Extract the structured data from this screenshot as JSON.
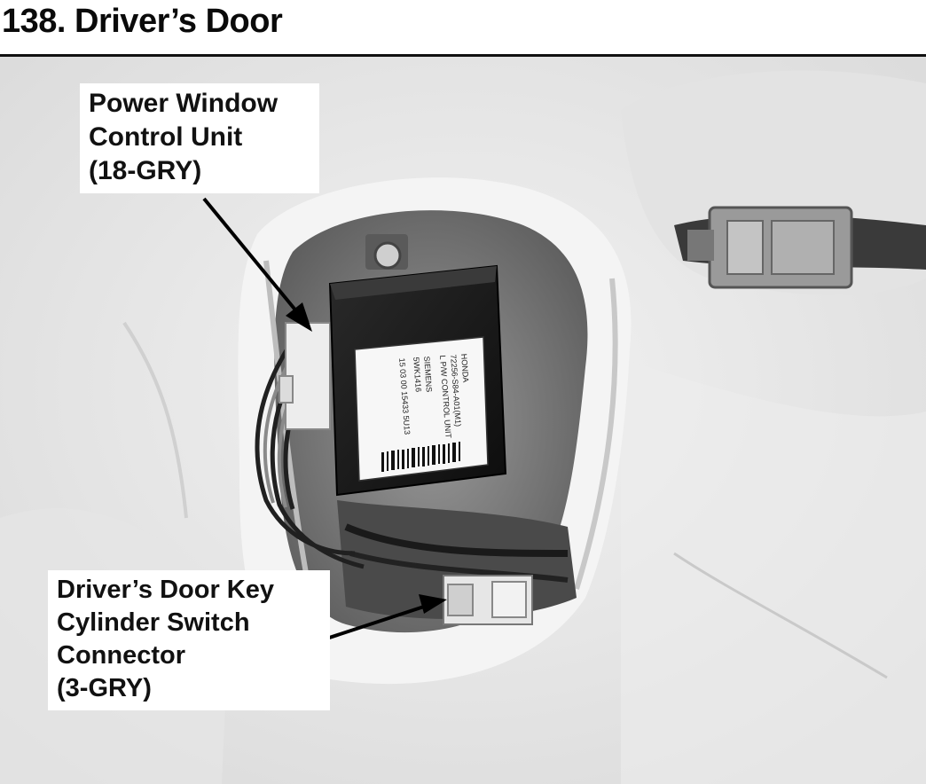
{
  "title": "138. Driver’s Door",
  "callouts": {
    "power_window": {
      "lines": [
        "Power Window",
        "Control Unit",
        "(18-GRY)"
      ]
    },
    "key_cylinder": {
      "lines": [
        "Driver’s Door Key",
        "Cylinder Switch",
        "Connector",
        "(3-GRY)"
      ]
    }
  },
  "control_unit_label": {
    "lines": [
      "HONDA",
      "72256-S84-A01(M1)",
      "L P/W CONTROL UNIT",
      "SIEMENS",
      "5WK1416",
      "15 03 00 15433 5U13"
    ]
  }
}
